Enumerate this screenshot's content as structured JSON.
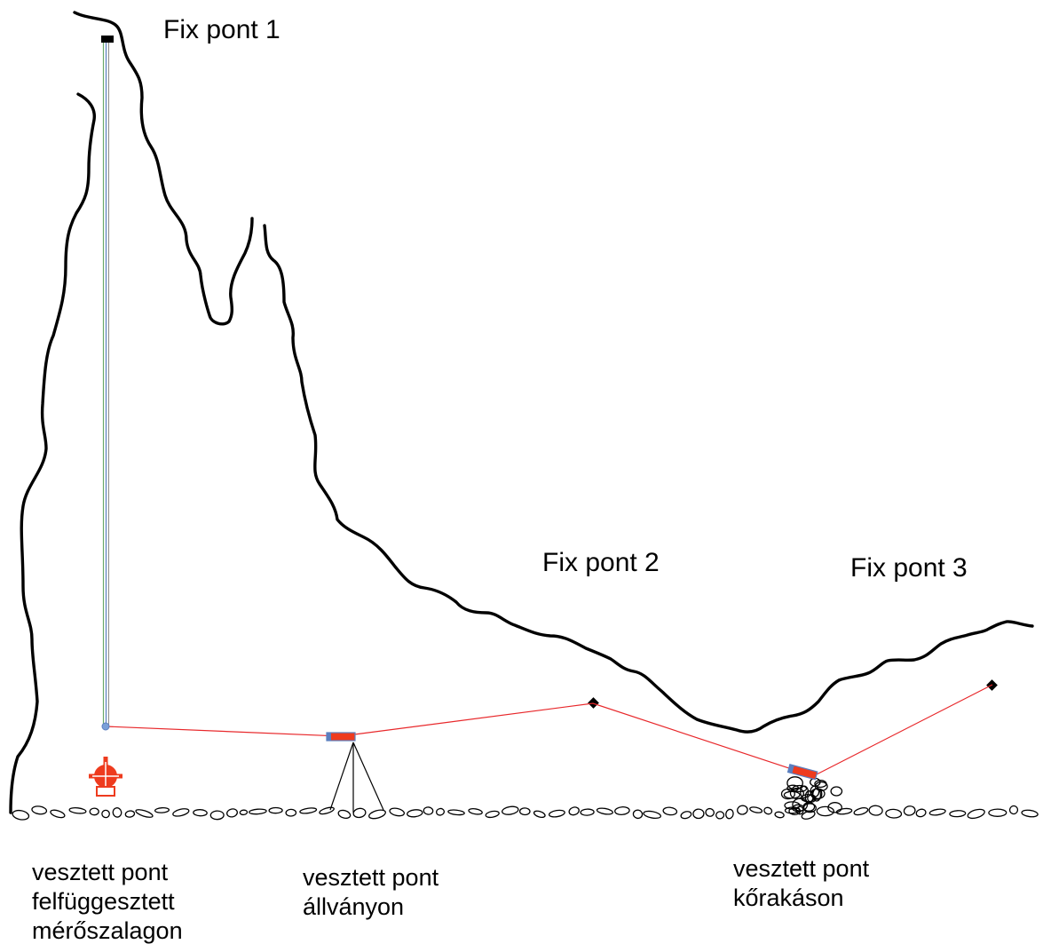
{
  "fixed_points": [
    {
      "label": "Fix pont 1"
    },
    {
      "label": "Fix pont 2"
    },
    {
      "label": "Fix pont 3"
    }
  ],
  "captions": [
    {
      "lines": [
        "vesztett pont",
        "felfüggesztett",
        "mérőszalagon"
      ]
    },
    {
      "lines": [
        "vesztett pont",
        "állványon"
      ]
    },
    {
      "lines": [
        "vesztett pont",
        "kőrakáson"
      ]
    }
  ],
  "colors": {
    "cave_outline": "#000000",
    "traverse_line": "#e8282b",
    "marker_red": "#ee3b1e",
    "marker_blue": "#5b7fbf",
    "tape_green": "#6aa86a"
  },
  "icons": {
    "plumb": "plumb-bob-icon",
    "tripod": "tripod-icon",
    "prism": "prism-marker-icon"
  }
}
